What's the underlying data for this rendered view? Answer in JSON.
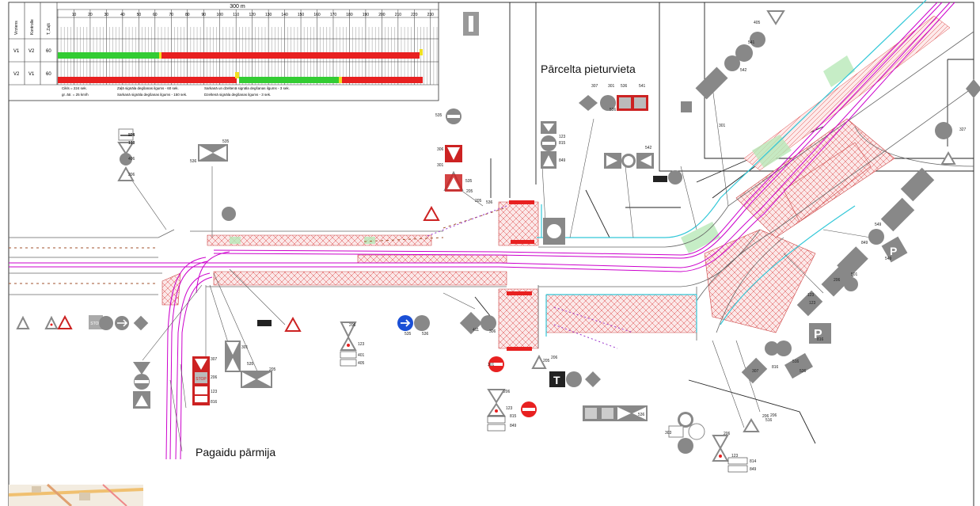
{
  "signal_table": {
    "scale_label": "300 m",
    "headers": [
      "Virziens",
      "Kontrolle",
      "T, Zaļš"
    ],
    "ticks": [
      "10",
      "20",
      "30",
      "40",
      "50",
      "60",
      "70",
      "80",
      "90",
      "100",
      "110",
      "120",
      "130",
      "140",
      "150",
      "160",
      "170",
      "180",
      "190",
      "200",
      "210",
      "220",
      "230"
    ],
    "rows": [
      {
        "dir": "V1",
        "ctrl": "V2",
        "t": "60"
      },
      {
        "dir": "V2",
        "ctrl": "V1",
        "t": "60"
      }
    ],
    "notes": [
      "Cikls = 224 sek.",
      "Zaļā signāla degšanas ilgums - 60 sek.",
      "Sarkanā un dzeltenā signāla degšanas ilgums - 3 sek.",
      "gr. ātr. = 25 km/h",
      "Sarkanā signāla degšanas ilgums - 150 sek.",
      "Dzeltenā signāla degšanas ilgums - 3 sek."
    ],
    "colors": {
      "green": "#33cc33",
      "red": "#e82020",
      "yellow": "#f0e020"
    }
  },
  "labels": {
    "moved_stop": "Pārcelta pieturvieta",
    "temp_crossing": "Pagaidu pārmija"
  },
  "sign_codes": [
    "814",
    "123",
    "406",
    "206",
    "535",
    "536",
    "205",
    "535",
    "306",
    "301",
    "535",
    "536",
    "205",
    "206",
    "123",
    "307",
    "206",
    "123",
    "816",
    "301",
    "535",
    "205",
    "535",
    "536",
    "401",
    "405",
    "206",
    "123",
    "815",
    "849",
    "411",
    "306",
    "205",
    "301",
    "206",
    "123",
    "815",
    "849",
    "301",
    "536",
    "307",
    "536",
    "541",
    "542",
    "301",
    "405",
    "541",
    "542",
    "536",
    "206",
    "123",
    "814",
    "849",
    "303",
    "206",
    "123",
    "816",
    "849",
    "549",
    "516",
    "536",
    "206",
    "123",
    "816",
    "307",
    "327",
    "516",
    "206",
    "501",
    "549",
    "205",
    "123"
  ],
  "sign_letters": {
    "stop": "STOP",
    "parking": "P",
    "temp": "T"
  },
  "colors": {
    "tram": "#cc00cc",
    "road_edge": "#555555",
    "sign_grey": "#8a8a8a",
    "sign_red": "#cc2222",
    "sign_blue": "#1a4fd6",
    "hatch": "#d44444",
    "cyan": "#33c8d8",
    "green": "#8cd98c"
  }
}
